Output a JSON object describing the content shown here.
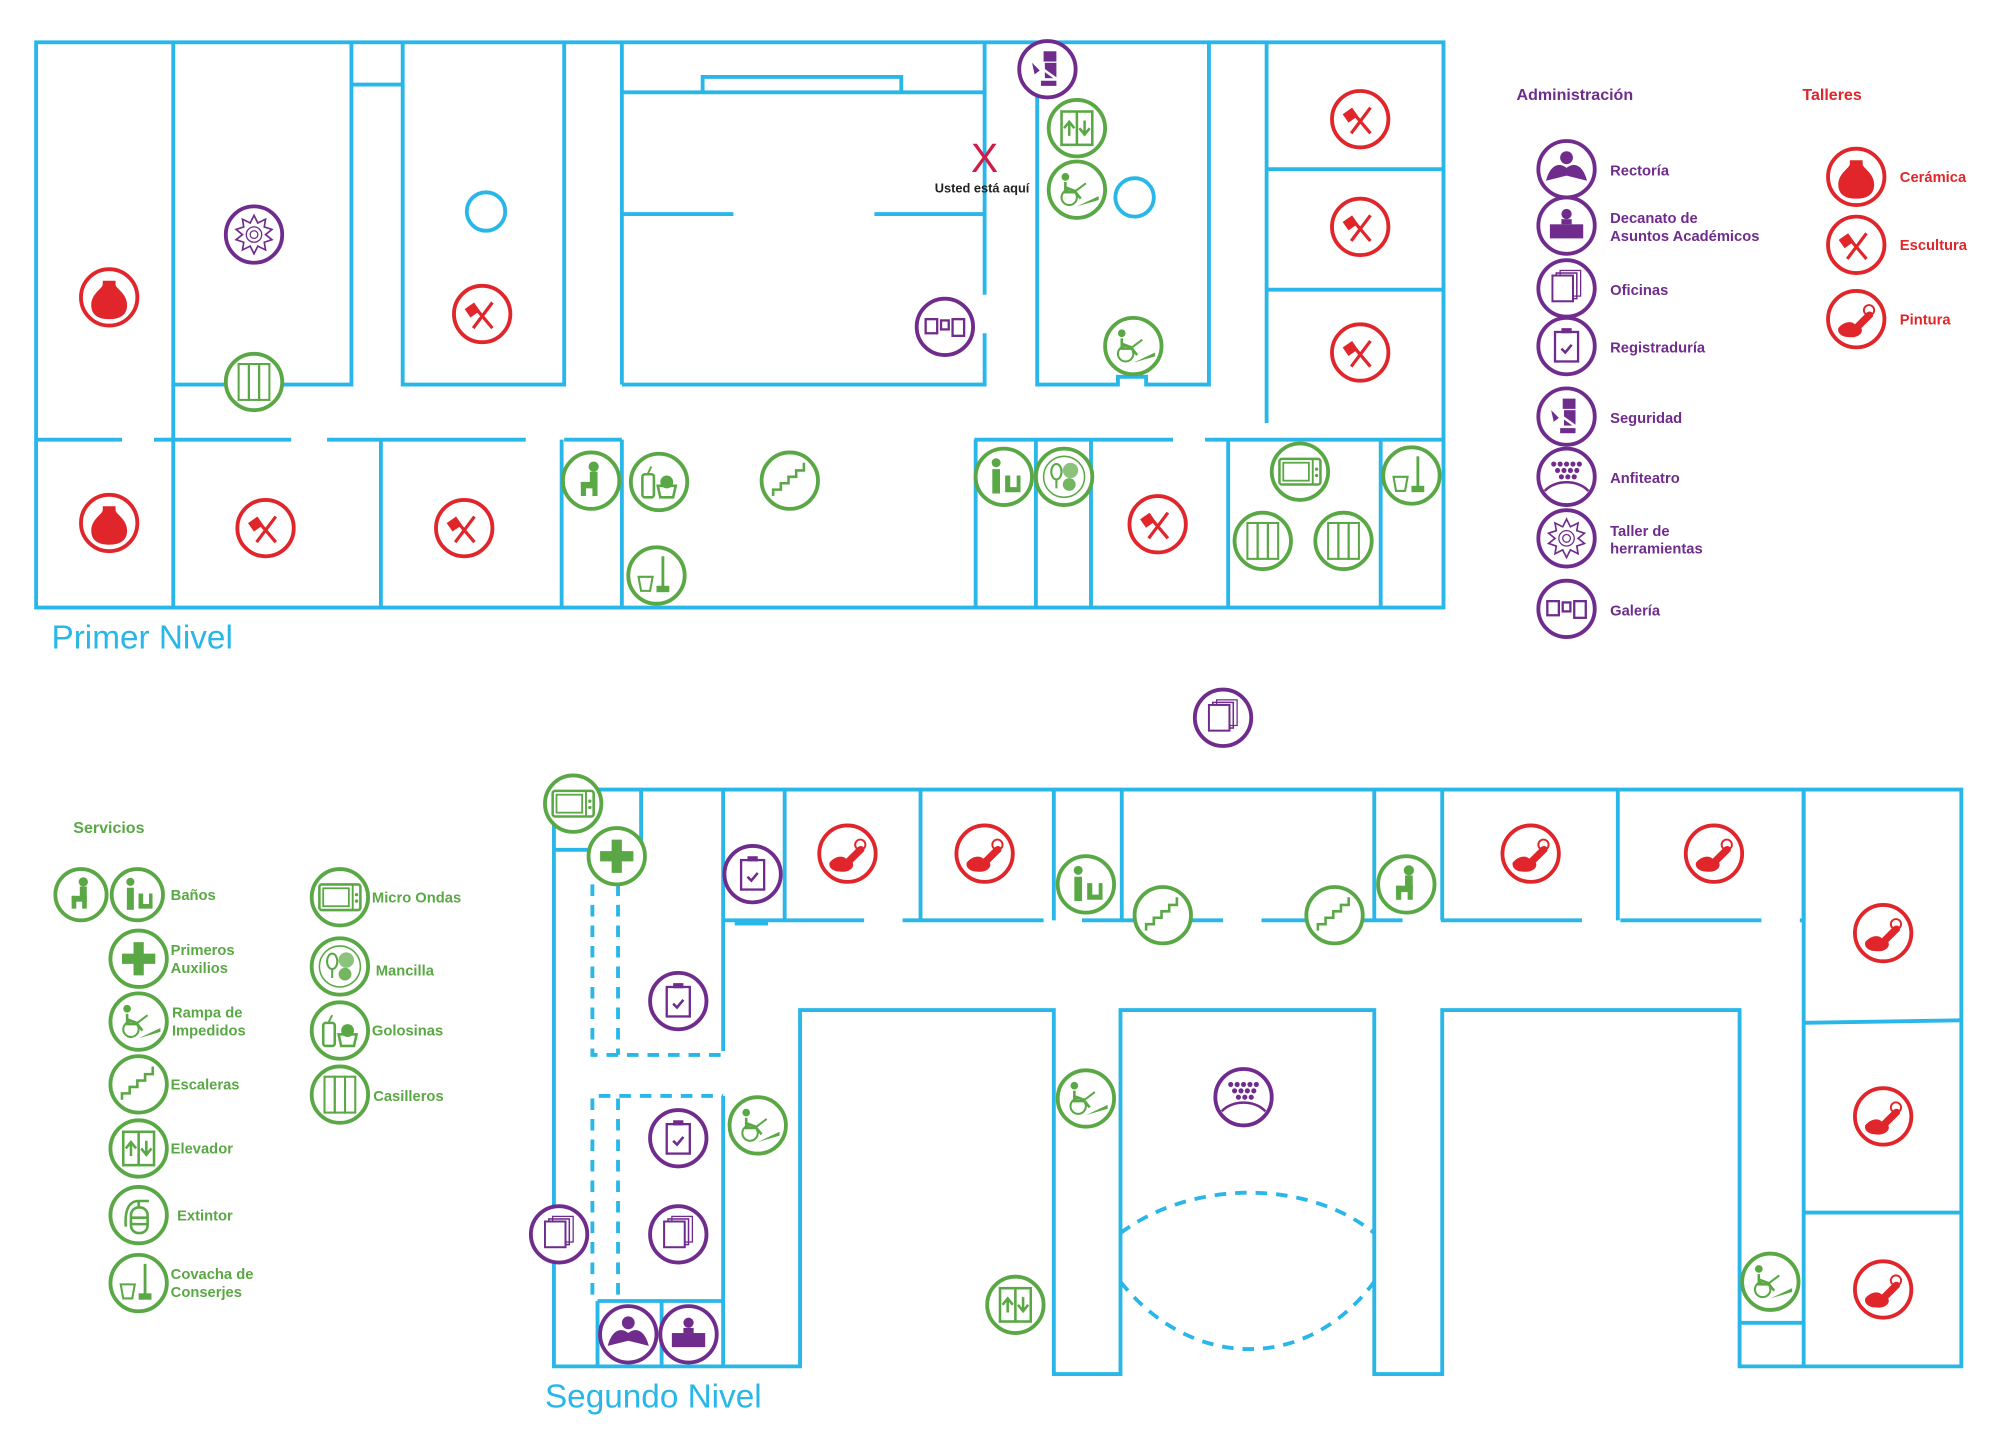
{
  "colors": {
    "walls": "#29b6e8",
    "administracion": "#6f2c8c",
    "talleres": "#e0262b",
    "servicios": "#5aa845",
    "you_are_here": "#d01c48"
  },
  "levels": {
    "first": "Primer Nivel",
    "second": "Segundo Nivel"
  },
  "you_are_here": {
    "mark": "X",
    "label": "Usted está aquí"
  },
  "legend": {
    "administracion": {
      "title": "Administración",
      "items": [
        {
          "icon": "rectoria-icon",
          "label": [
            "Rectoría"
          ]
        },
        {
          "icon": "decanato-icon",
          "label": [
            "Decanato de",
            "Asuntos Académicos"
          ]
        },
        {
          "icon": "oficinas-icon",
          "label": [
            "Oficinas"
          ]
        },
        {
          "icon": "registraduria-icon",
          "label": [
            "Registraduría"
          ]
        },
        {
          "icon": "seguridad-icon",
          "label": [
            "Seguridad"
          ]
        },
        {
          "icon": "anfiteatro-icon",
          "label": [
            "Anfiteatro"
          ]
        },
        {
          "icon": "taller-herramientas-icon",
          "label": [
            "Taller de",
            "herramientas"
          ]
        },
        {
          "icon": "galeria-icon",
          "label": [
            "Galería"
          ]
        }
      ]
    },
    "talleres": {
      "title": "Talleres",
      "items": [
        {
          "icon": "ceramica-icon",
          "label": [
            "Cerámica"
          ]
        },
        {
          "icon": "escultura-icon",
          "label": [
            "Escultura"
          ]
        },
        {
          "icon": "pintura-icon",
          "label": [
            "Pintura"
          ]
        }
      ]
    },
    "servicios": {
      "title": "Servicios",
      "items": [
        {
          "icon": "banos-icon",
          "label": [
            "Baños"
          ]
        },
        {
          "icon": "primeros-auxilios-icon",
          "label": [
            "Primeros",
            "Auxilios"
          ]
        },
        {
          "icon": "rampa-icon",
          "label": [
            "Rampa de",
            "Impedidos"
          ]
        },
        {
          "icon": "escaleras-icon",
          "label": [
            "Escaleras"
          ]
        },
        {
          "icon": "elevador-icon",
          "label": [
            "Elevador"
          ]
        },
        {
          "icon": "extintor-icon",
          "label": [
            "Extintor"
          ]
        },
        {
          "icon": "covacha-icon",
          "label": [
            "Covacha de",
            "Conserjes"
          ]
        },
        {
          "icon": "microondas-icon",
          "label": [
            "Micro Ondas"
          ]
        },
        {
          "icon": "mancilla-icon",
          "label": [
            "Mancilla"
          ]
        },
        {
          "icon": "golosinas-icon",
          "label": [
            "Golosinas"
          ]
        },
        {
          "icon": "casilleros-icon",
          "label": [
            "Casilleros"
          ]
        }
      ]
    }
  }
}
